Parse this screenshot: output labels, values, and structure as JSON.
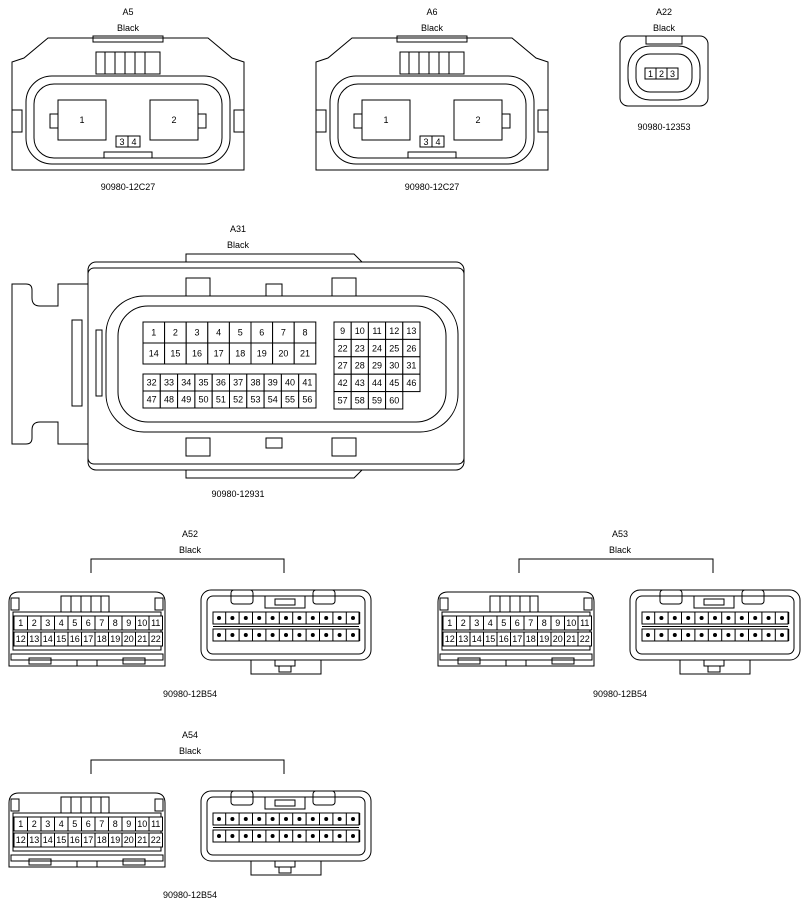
{
  "connectors": {
    "a5": {
      "id": "A5",
      "color": "Black",
      "part": "90980-12C27",
      "pins": [
        "1",
        "2",
        "3",
        "4"
      ]
    },
    "a6": {
      "id": "A6",
      "color": "Black",
      "part": "90980-12C27",
      "pins": [
        "1",
        "2",
        "3",
        "4"
      ]
    },
    "a22": {
      "id": "A22",
      "color": "Black",
      "part": "90980-12353",
      "pins": [
        "1",
        "2",
        "3"
      ]
    },
    "a31": {
      "id": "A31",
      "color": "Black",
      "part": "90980-12931",
      "block_a_row1": [
        "1",
        "2",
        "3",
        "4",
        "5",
        "6",
        "7",
        "8"
      ],
      "block_a_row2": [
        "14",
        "15",
        "16",
        "17",
        "18",
        "19",
        "20",
        "21"
      ],
      "block_b_row1": [
        "32",
        "33",
        "34",
        "35",
        "36",
        "37",
        "38",
        "39",
        "40",
        "41"
      ],
      "block_b_row2": [
        "47",
        "48",
        "49",
        "50",
        "51",
        "52",
        "53",
        "54",
        "55",
        "56"
      ],
      "block_c_rows": [
        [
          "9",
          "10",
          "11",
          "12",
          "13"
        ],
        [
          "22",
          "23",
          "24",
          "25",
          "26"
        ],
        [
          "27",
          "28",
          "29",
          "30",
          "31"
        ],
        [
          "42",
          "43",
          "44",
          "45",
          "46"
        ],
        [
          "57",
          "58",
          "59",
          "60"
        ]
      ]
    },
    "a52": {
      "id": "A52",
      "color": "Black",
      "part": "90980-12B54",
      "row1": [
        "1",
        "2",
        "3",
        "4",
        "5",
        "6",
        "7",
        "8",
        "9",
        "10",
        "11"
      ],
      "row2": [
        "12",
        "13",
        "14",
        "15",
        "16",
        "17",
        "18",
        "19",
        "20",
        "21",
        "22"
      ]
    },
    "a53": {
      "id": "A53",
      "color": "Black",
      "part": "90980-12B54",
      "row1": [
        "1",
        "2",
        "3",
        "4",
        "5",
        "6",
        "7",
        "8",
        "9",
        "10",
        "11"
      ],
      "row2": [
        "12",
        "13",
        "14",
        "15",
        "16",
        "17",
        "18",
        "19",
        "20",
        "21",
        "22"
      ]
    },
    "a54": {
      "id": "A54",
      "color": "Black",
      "part": "90980-12B54",
      "row1": [
        "1",
        "2",
        "3",
        "4",
        "5",
        "6",
        "7",
        "8",
        "9",
        "10",
        "11"
      ],
      "row2": [
        "12",
        "13",
        "14",
        "15",
        "16",
        "17",
        "18",
        "19",
        "20",
        "21",
        "22"
      ]
    }
  }
}
